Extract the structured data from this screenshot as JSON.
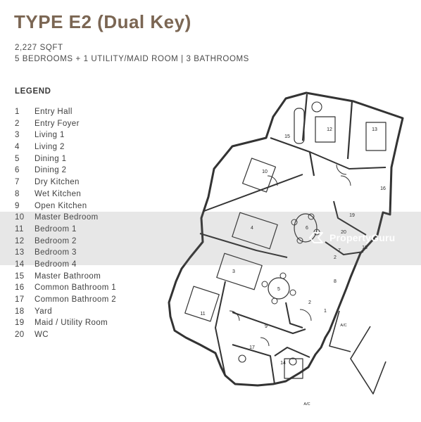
{
  "header": {
    "title": "TYPE E2 (Dual Key)",
    "area": "2,227 SQFT",
    "rooms": "5 BEDROOMS + 1 UTILITY/MAID ROOM | 3 BATHROOMS"
  },
  "legend": {
    "title": "LEGEND",
    "items": [
      {
        "num": "1",
        "label": "Entry Hall"
      },
      {
        "num": "2",
        "label": "Entry Foyer"
      },
      {
        "num": "3",
        "label": "Living 1"
      },
      {
        "num": "4",
        "label": "Living 2"
      },
      {
        "num": "5",
        "label": "Dining 1"
      },
      {
        "num": "6",
        "label": "Dining 2"
      },
      {
        "num": "7",
        "label": "Dry Kitchen"
      },
      {
        "num": "8",
        "label": "Wet Kitchen"
      },
      {
        "num": "9",
        "label": "Open Kitchen"
      },
      {
        "num": "10",
        "label": "Master Bedroom"
      },
      {
        "num": "11",
        "label": "Bedroom 1"
      },
      {
        "num": "12",
        "label": "Bedroom 2"
      },
      {
        "num": "13",
        "label": "Bedroom 3"
      },
      {
        "num": "14",
        "label": "Bedroom 4"
      },
      {
        "num": "15",
        "label": "Master Bathroom"
      },
      {
        "num": "16",
        "label": "Common Bathroom 1"
      },
      {
        "num": "17",
        "label": "Common Bathroom 2"
      },
      {
        "num": "18",
        "label": "Yard"
      },
      {
        "num": "19",
        "label": "Maid / Utility Room"
      },
      {
        "num": "20",
        "label": "WC"
      }
    ]
  },
  "plan": {
    "labels": {
      "l1": "1",
      "l2a": "2",
      "l2b": "2",
      "l3": "3",
      "l4": "4",
      "l5": "5",
      "l6": "6",
      "l7": "7",
      "l8": "8",
      "l9": "9",
      "l10": "10",
      "l11": "11",
      "l12": "12",
      "l13": "13",
      "l14": "14",
      "l15": "15",
      "l16": "16",
      "l17": "17",
      "l18": "18",
      "l19": "19",
      "l20": "20",
      "ac1": "A/C",
      "ac2": "A/C"
    },
    "colors": {
      "line": "#333333",
      "fill": "#ffffff",
      "muted": "#bdbdbd"
    }
  },
  "watermark": {
    "text": "PropertyGuru"
  }
}
